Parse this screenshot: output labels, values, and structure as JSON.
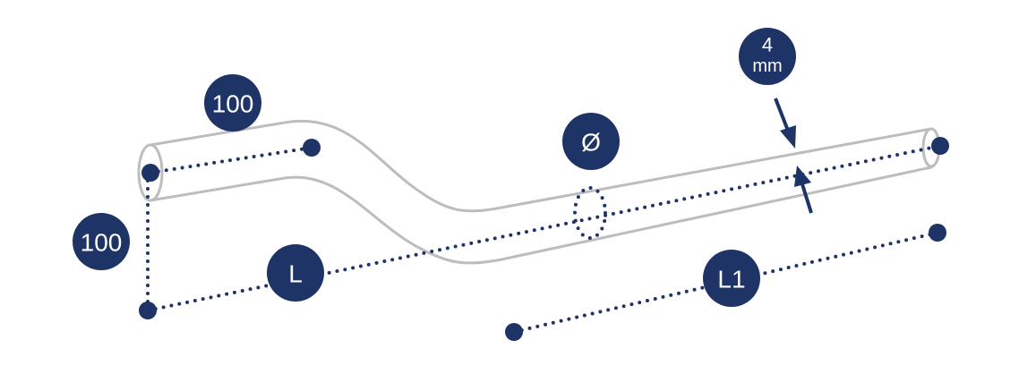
{
  "colors": {
    "accent": "#1f3466",
    "pipe": "#bdbdbd",
    "background": "#ffffff"
  },
  "labels": {
    "bend_length": "100",
    "bend_offset": "100",
    "total_length": "L",
    "section_length": "L1",
    "diameter": "Ø",
    "wall_value": "4",
    "wall_unit": "mm"
  }
}
